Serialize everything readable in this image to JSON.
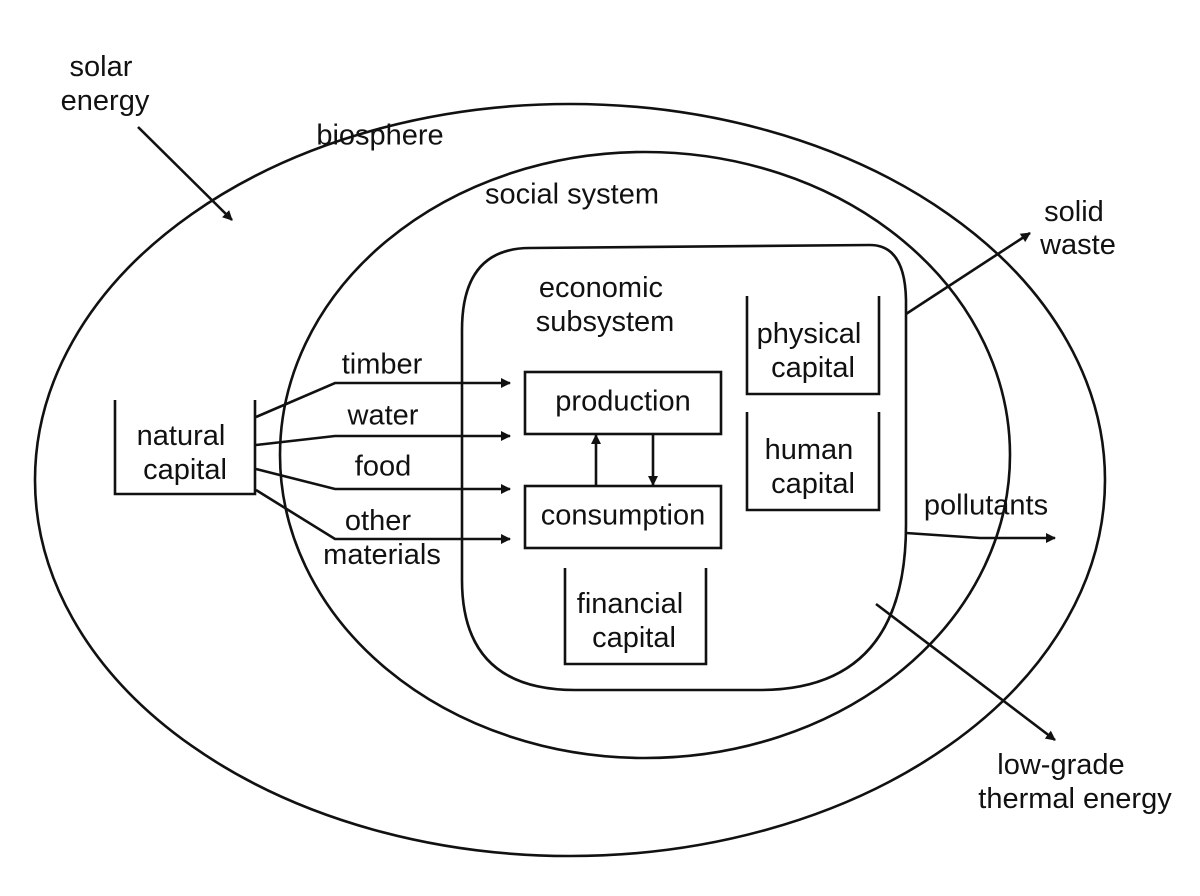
{
  "labels": {
    "solar_energy": [
      "solar",
      "energy"
    ],
    "biosphere": "biosphere",
    "social_system": "social system",
    "economic_subsystem": [
      "economic",
      "subsystem"
    ],
    "natural_capital": [
      "natural",
      "capital"
    ],
    "physical_capital": [
      "physical",
      "capital"
    ],
    "human_capital": [
      "human",
      "capital"
    ],
    "financial_capital": [
      "financial",
      "capital"
    ],
    "production": "production",
    "consumption": "consumption",
    "timber": "timber",
    "water": "water",
    "food": "food",
    "other_materials": [
      "other",
      "materials"
    ],
    "solid_waste": [
      "solid",
      "waste"
    ],
    "pollutants": "pollutants",
    "low_grade_thermal_energy": [
      "low-grade",
      "thermal energy"
    ]
  }
}
